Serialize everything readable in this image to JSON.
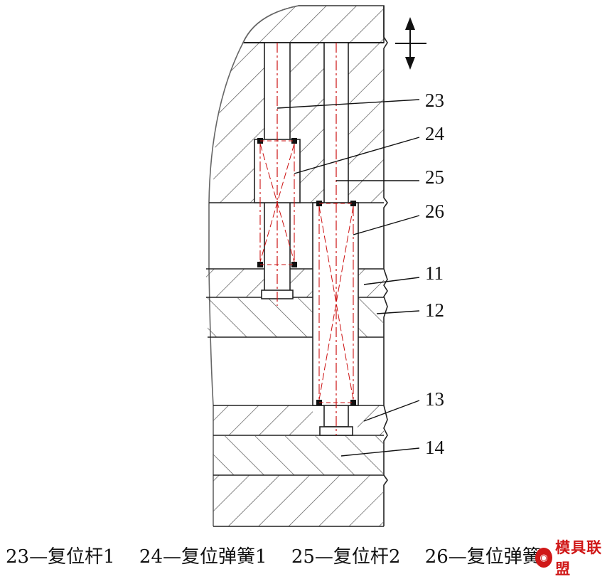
{
  "callouts": [
    {
      "id": "23",
      "text": "23"
    },
    {
      "id": "24",
      "text": "24"
    },
    {
      "id": "25",
      "text": "25"
    },
    {
      "id": "26",
      "text": "26"
    },
    {
      "id": "11",
      "text": "11"
    },
    {
      "id": "12",
      "text": "12"
    },
    {
      "id": "13",
      "text": "13"
    },
    {
      "id": "14",
      "text": "14"
    }
  ],
  "caption": {
    "items": [
      "23—复位杆1",
      "24—复位弹簧1",
      "25—复位杆2",
      "26—复位弹簧2"
    ]
  },
  "watermark": {
    "logo_text": "",
    "text": "模具联盟"
  },
  "colors": {
    "outline": "#222222",
    "hatch": "#555555",
    "centerline": "#cc1111",
    "spring_end": "#111111"
  }
}
